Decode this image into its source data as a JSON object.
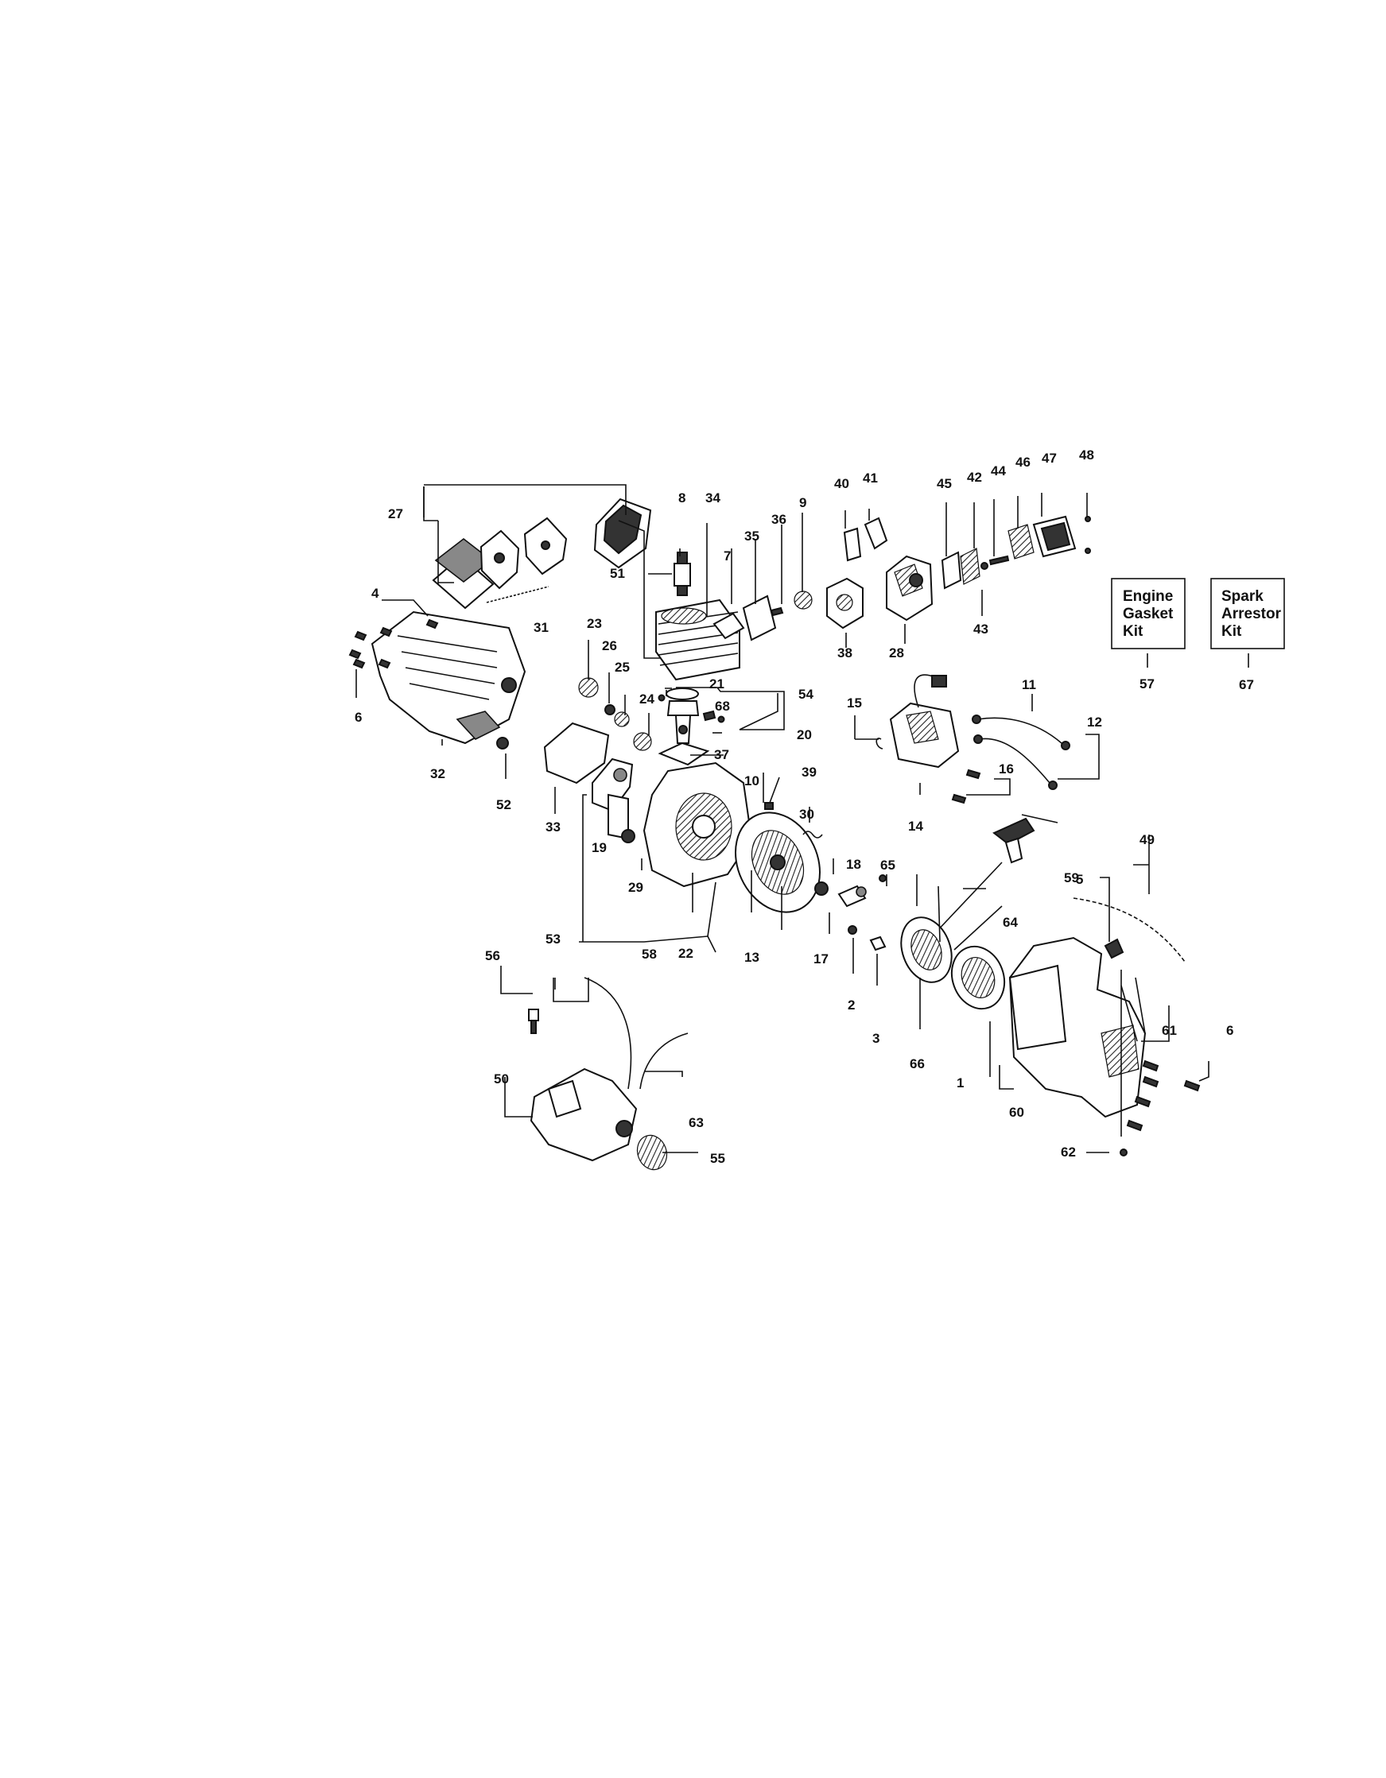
{
  "labels": {
    "n1": "1",
    "n2": "2",
    "n3": "3",
    "n4": "4",
    "n5": "5",
    "n6a": "6",
    "n6b": "6",
    "n7": "7",
    "n8": "8",
    "n9": "9",
    "n10": "10",
    "n11": "11",
    "n12": "12",
    "n13": "13",
    "n14": "14",
    "n15": "15",
    "n16": "16",
    "n17": "17",
    "n18": "18",
    "n19": "19",
    "n20": "20",
    "n21": "21",
    "n22": "22",
    "n23": "23",
    "n24": "24",
    "n25": "25",
    "n26": "26",
    "n27": "27",
    "n28": "28",
    "n29": "29",
    "n30": "30",
    "n31": "31",
    "n32": "32",
    "n33": "33",
    "n34": "34",
    "n35": "35",
    "n36": "36",
    "n37": "37",
    "n38": "38",
    "n39": "39",
    "n40": "40",
    "n41": "41",
    "n42": "42",
    "n43": "43",
    "n44": "44",
    "n45": "45",
    "n46": "46",
    "n47": "47",
    "n48": "48",
    "n49": "49",
    "n50": "50",
    "n51": "51",
    "n52": "52",
    "n53": "53",
    "n54": "54",
    "n55": "55",
    "n56": "56",
    "n57": "57",
    "n58": "58",
    "n59": "59",
    "n60": "60",
    "n61": "61",
    "n62": "62",
    "n63": "63",
    "n64": "64",
    "n65": "65",
    "n66": "66",
    "n67": "67",
    "n68": "68"
  },
  "kits": {
    "engine": {
      "line1": "Engine",
      "line2": "Gasket",
      "line3": "Kit"
    },
    "spark": {
      "line1": "Spark",
      "line2": "Arrestor",
      "line3": "Kit"
    }
  }
}
